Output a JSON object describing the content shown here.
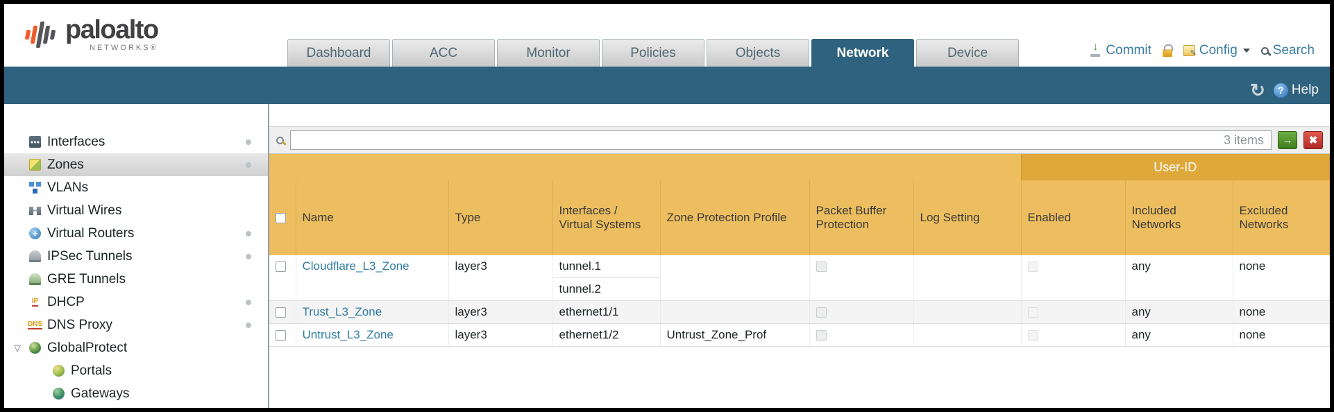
{
  "header": {
    "logo": {
      "brand": "paloalto",
      "subtitle": "NETWORKS®"
    },
    "tabs": [
      {
        "label": "Dashboard"
      },
      {
        "label": "ACC"
      },
      {
        "label": "Monitor"
      },
      {
        "label": "Policies"
      },
      {
        "label": "Objects"
      },
      {
        "label": "Network"
      },
      {
        "label": "Device"
      }
    ],
    "actions": {
      "commit": "Commit",
      "config": "Config",
      "search": "Search"
    }
  },
  "toolbar": {
    "help": "Help"
  },
  "icons": {
    "refresh": "↻",
    "help": "?",
    "commit_arrow": "↓",
    "config_pencil": "✎",
    "apply_arrow": "→",
    "clear": "✖",
    "expand_caret": "▽",
    "virtual_router_cross": "+",
    "dhcp_badge": "IP",
    "dns_badge": "DNS"
  },
  "sidebar": {
    "items": [
      {
        "label": "Interfaces"
      },
      {
        "label": "Zones"
      },
      {
        "label": "VLANs"
      },
      {
        "label": "Virtual Wires"
      },
      {
        "label": "Virtual Routers"
      },
      {
        "label": "IPSec Tunnels"
      },
      {
        "label": "GRE Tunnels"
      },
      {
        "label": "DHCP"
      },
      {
        "label": "DNS Proxy"
      },
      {
        "label": "GlobalProtect"
      },
      {
        "label": "Portals"
      },
      {
        "label": "Gateways"
      }
    ]
  },
  "filterbar": {
    "value": "",
    "count": "3 items"
  },
  "table": {
    "group_header": "User-ID",
    "columns": [
      "Name",
      "Type",
      "Interfaces / Virtual Systems",
      "Zone Protection Profile",
      "Packet Buffer Protection",
      "Log Setting",
      "Enabled",
      "Included Networks",
      "Excluded Networks"
    ],
    "rows": [
      {
        "name": "Cloudflare_L3_Zone",
        "type": "layer3",
        "interfaces": [
          "tunnel.1",
          "tunnel.2"
        ],
        "zone_protection_profile": "",
        "log_setting": "",
        "included_networks": "any",
        "excluded_networks": "none"
      },
      {
        "name": "Trust_L3_Zone",
        "type": "layer3",
        "interfaces": [
          "ethernet1/1"
        ],
        "zone_protection_profile": "",
        "log_setting": "",
        "included_networks": "any",
        "excluded_networks": "none"
      },
      {
        "name": "Untrust_L3_Zone",
        "type": "layer3",
        "interfaces": [
          "ethernet1/2"
        ],
        "zone_protection_profile": "Untrust_Zone_Prof",
        "log_setting": "",
        "included_networks": "any",
        "excluded_networks": "none"
      }
    ]
  }
}
